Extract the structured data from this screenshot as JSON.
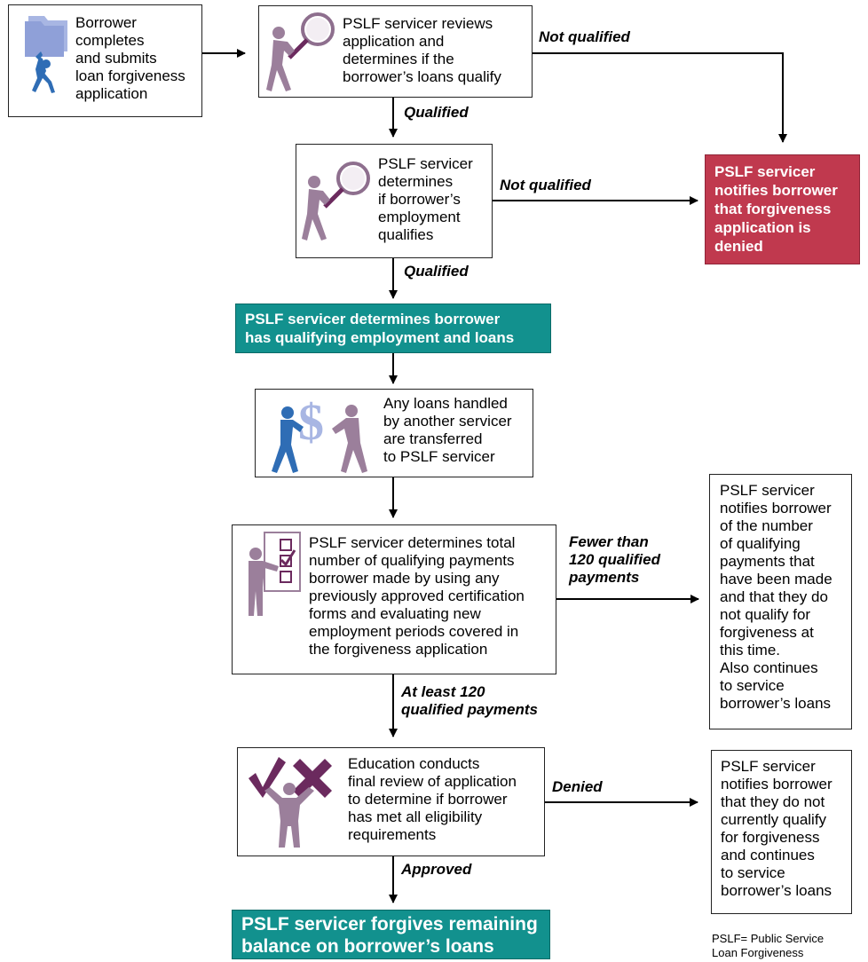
{
  "colors": {
    "teal": "#12918e",
    "red": "#c0394e",
    "icon_purple": "#9b7f9b",
    "icon_blue": "#2f6db5",
    "icon_dark_purple": "#6b2a5e"
  },
  "steps": {
    "submit": "Borrower\ncompletes\nand submits\nloan forgiveness\napplication",
    "review": "PSLF servicer reviews\napplication and\ndetermines if the\nborrower’s loans qualify",
    "employment": "PSLF servicer\ndetermines\nif borrower’s\nemployment\nqualifies",
    "denied": "PSLF servicer\nnotifies borrower\nthat forgiveness\napplication is\ndenied",
    "qualifying": "PSLF servicer determines borrower\nhas qualifying employment and loans",
    "transfer": "Any loans handled\nby another servicer\nare transferred\nto PSLF servicer",
    "count": "PSLF servicer determines total\nnumber of qualifying payments\nborrower made by using any\npreviously approved certification\nforms and evaluating new\nemployment periods covered in\nthe forgiveness application",
    "notify_count": "PSLF servicer\nnotifies borrower\nof the number\nof qualifying\npayments that\nhave been made\nand that they do\nnot qualify for\nforgiveness at\nthis time.\nAlso continues\nto service\nborrower’s loans",
    "final_review": "Education conducts\nfinal review of application\nto determine if borrower\nhas met all eligibility\nrequirements",
    "notify_denied": "PSLF servicer\nnotifies borrower\nthat they do not\ncurrently qualify\nfor forgiveness\nand continues\nto service\nborrower’s loans",
    "forgive": "PSLF servicer forgives remaining\nbalance on borrower’s loans"
  },
  "labels": {
    "not_qualified_1": "Not qualified",
    "qualified_1": "Qualified",
    "not_qualified_2": "Not qualified",
    "qualified_2": "Qualified",
    "fewer": "Fewer than\n120 qualified\npayments",
    "at_least": "At least 120\nqualified payments",
    "denied": "Denied",
    "approved": "Approved"
  },
  "icons": {
    "submit": "person-carrying-folder-icon",
    "review": "person-with-magnifier-icon",
    "employment": "person-with-magnifier-icon",
    "transfer": "people-passing-dollar-icon",
    "count": "person-with-checklist-icon",
    "final_review": "person-with-check-and-x-icon"
  },
  "footnote": "PSLF= Public Service\nLoan Forgiveness"
}
